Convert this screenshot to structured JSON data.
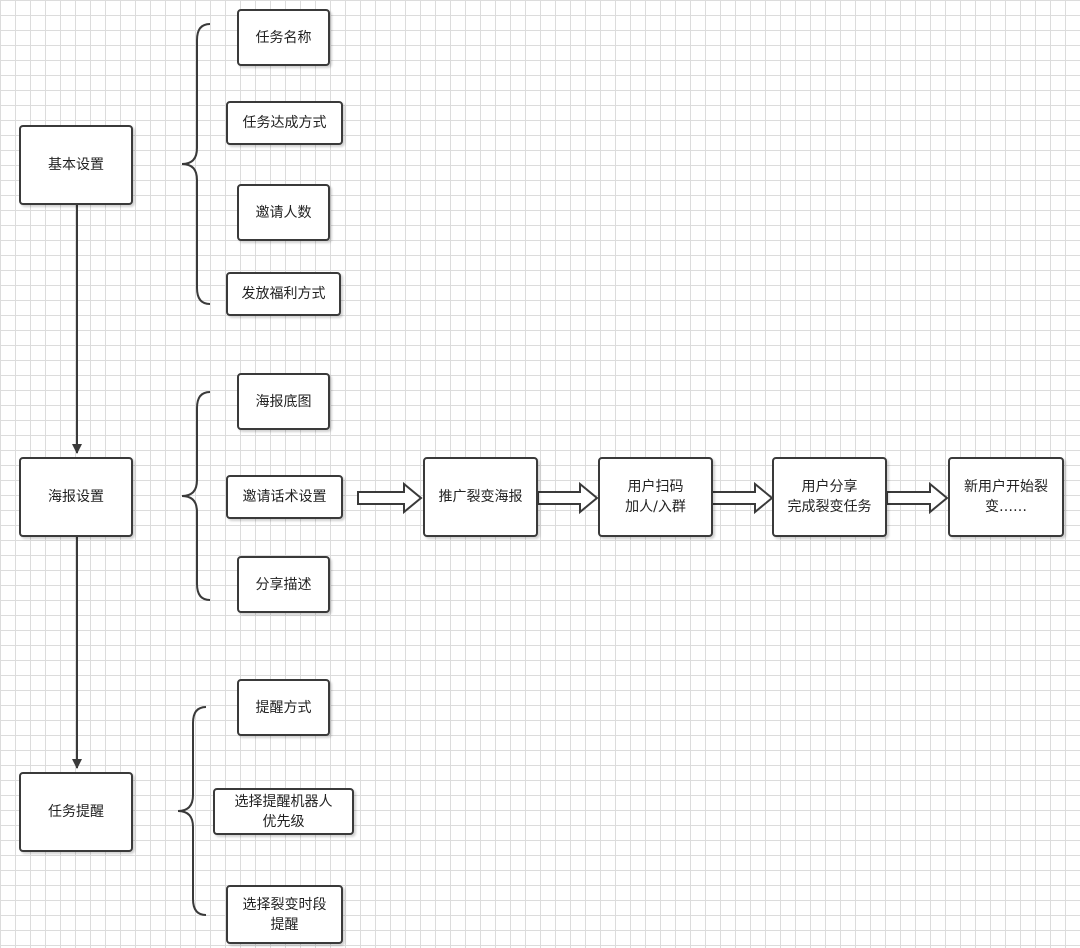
{
  "diagram": {
    "main": {
      "basic": "基本设置",
      "poster": "海报设置",
      "reminder": "任务提醒"
    },
    "basic_items": [
      "任务名称",
      "任务达成方式",
      "邀请人数",
      "发放福利方式"
    ],
    "poster_items": [
      "海报底图",
      "邀请话术设置",
      "分享描述"
    ],
    "reminder_items": [
      "提醒方式",
      "选择提醒机器人\n优先级",
      "选择裂变时段\n提醒"
    ],
    "flow": [
      "推广裂变海报",
      "用户扫码\n加人/入群",
      "用户分享\n完成裂变任务",
      "新用户开始裂\n变……"
    ]
  },
  "colors": {
    "border": "#3a3a3a",
    "grid": "#dcdcdc",
    "background": "#ffffff"
  }
}
